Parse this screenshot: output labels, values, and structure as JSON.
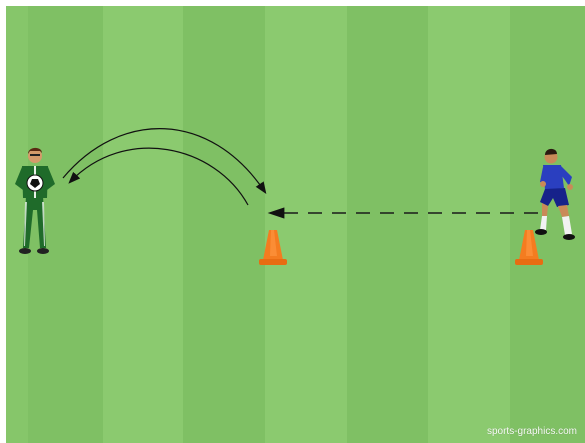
{
  "field": {
    "colors": {
      "grass_light": "#7fc064",
      "grass_dark": "#72b658",
      "cone": "#f47c20",
      "pass_line": "#111111",
      "run_line": "#222222"
    }
  },
  "elements": {
    "coach": {
      "icon": "coach-with-ball-icon",
      "kit_color": "#1f6b2a"
    },
    "player": {
      "icon": "player-running-icon",
      "kit_color": "#2a3fc0"
    },
    "cones": [
      {
        "icon": "cone-icon",
        "label": "center cone"
      },
      {
        "icon": "cone-icon",
        "label": "right cone"
      }
    ],
    "arrows": [
      {
        "type": "solid-curved",
        "meaning": "pass from coach"
      },
      {
        "type": "solid-curved",
        "meaning": "return pass"
      },
      {
        "type": "dashed-straight",
        "meaning": "player run"
      }
    ]
  },
  "watermark": "sports-graphics.com"
}
